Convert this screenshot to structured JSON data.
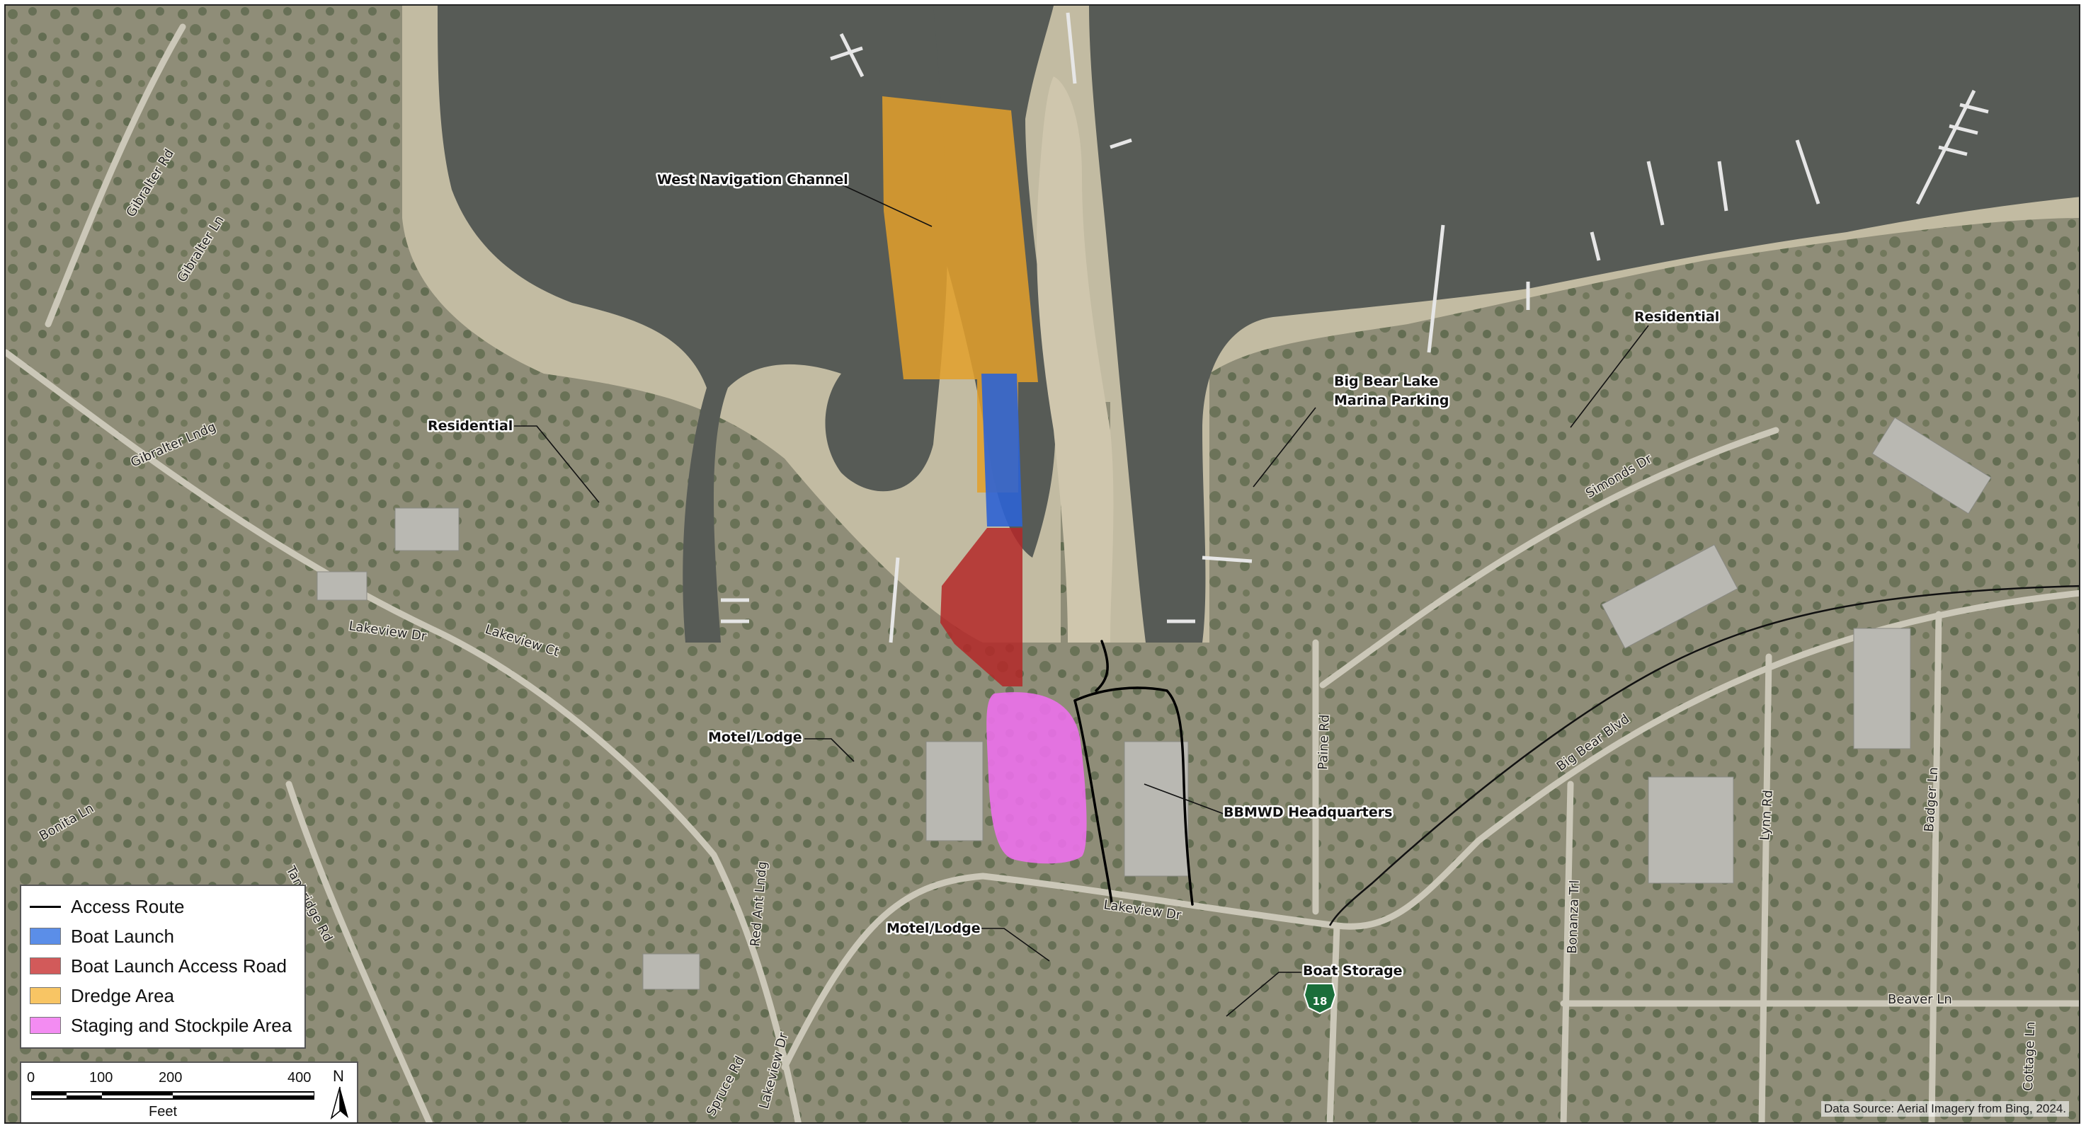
{
  "callouts": {
    "west_navigation_channel": "West Navigation Channel",
    "residential_west": "Residential",
    "residential_east": "Residential",
    "marina_parking_line1": "Big Bear Lake",
    "marina_parking_line2": "Marina Parking",
    "motel_lodge_north": "Motel/Lodge",
    "motel_lodge_south": "Motel/Lodge",
    "bbmwd_headquarters": "BBMWD Headquarters",
    "boat_storage": "Boat Storage"
  },
  "roads": {
    "gibralter_rd": "Gibralter Rd",
    "gibralter_ln": "Gibralter Ln",
    "gibralter_lndg": "Gibralter Lndg",
    "lakeview_dr_west": "Lakeview Dr",
    "lakeview_ct": "Lakeview Ct",
    "lakeview_dr_south": "Lakeview Dr",
    "lakeview_dr_east": "Lakeview Dr",
    "bonita_ln": "Bonita Ln",
    "tanbridge_rd": "Tanbridge Rd",
    "red_ant_lndg": "Red Ant Lndg",
    "spruce_rd": "Spruce Rd",
    "paine_rd": "Paine Rd",
    "simonds_dr": "Simonds Dr",
    "big_bear_blvd": "Big Bear Blvd",
    "bonanza_trl": "Bonanza Trl",
    "lynn_rd": "Lynn Rd",
    "badger_ln": "Badger Ln",
    "beaver_ln": "Beaver Ln",
    "cottage_ln": "Cottage Ln",
    "highway_shield": "18"
  },
  "legend": {
    "items": [
      {
        "label": "Access Route",
        "kind": "line",
        "color": "#000000"
      },
      {
        "label": "Boat Launch",
        "kind": "fill",
        "color": "#5b8ee8"
      },
      {
        "label": "Boat Launch Access Road",
        "kind": "fill",
        "color": "#d25a5a"
      },
      {
        "label": "Dredge Area",
        "kind": "fill",
        "color": "#f8c564"
      },
      {
        "label": "Staging and Stockpile Area",
        "kind": "fill",
        "color": "#f38cf2"
      }
    ]
  },
  "scale": {
    "ticks": [
      "0",
      "100",
      "200",
      "400"
    ],
    "unit": "Feet",
    "north": "N"
  },
  "data_source": "Data Source: Aerial Imagery from Bing, 2024.",
  "colors": {
    "dredge_fill": "#e3a02a",
    "boat_launch_fill": "#2e63d4",
    "access_road_fill": "#b42828",
    "staging_fill": "#ef6fee",
    "water": "#575b56",
    "land": "#8f8d78",
    "shore": "#c2bba2"
  }
}
